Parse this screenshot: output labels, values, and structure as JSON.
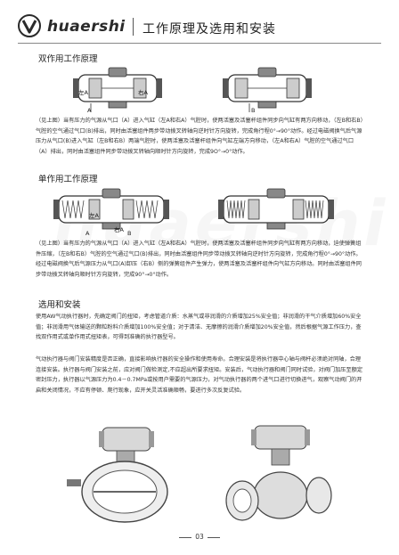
{
  "header": {
    "brand": "huaershi",
    "title": "工作原理及选用和安装"
  },
  "double_acting": {
    "heading": "双作用工作原理",
    "labels": {
      "A": "A",
      "B": "B",
      "left": "左A",
      "right": "右A"
    },
    "text": "（见上图）当有压力的气源从气口（A）进入气缸（左A和右A）气腔时，使两活塞及活塞杆组件同步向气缸有两方向移动，（左B和右B）气腔的空气通过气口(B)排出，同时由活塞组件两步带动拨叉转轴向逆时针方向旋转，完成角行程0°→90°动作。经过电磁阀换气后气源压力从气口(B)进入气缸（左B和右B）两端气腔时，使两活塞及活塞杆组件向气缸左端方向移动，（左A和右A）气腔的空气通过气口（A）排出，同时由活塞组件同步带动拨叉转轴向顺时针方向旋转，完成9O°→0°动作。"
  },
  "single_acting": {
    "heading": "单作用工作原理",
    "labels": {
      "A": "A",
      "B": "B",
      "left": "左A",
      "right": "右A"
    },
    "text": "（见上图）当有压力的气源从气口（A）进入气缸（左A和右A）气腔时，使两活塞及活塞杆组件同步向气缸有两方向移动，迫使弹簧组件压缩，（左B和右B）气腔的空气通过气口(B)排出，同时由活塞组件同步带动拨叉转轴向逆时针方向旋转，完成角行程0°→90°动作。经过电磁阀换气后气源压力从气口(A)卸压（右B）侧的弹簧组件产生弹力，使两活塞及活塞杆组件向气缸方向移动。同时由活塞组件同步带动拨叉转轴向顺时针方向旋转，完成90°→0°动作。"
  },
  "selection": {
    "heading": "选用和安装",
    "text1": "使用AW气动执行器时，先确定阀门的扭矩，考虑管道介质：水蒸气或非润滑的介质增加25%安全值；非润滑的干气介质增加60%安全值；非润滑用气体输送的颗粒粉料介质增加100%安全值；对于清洁、无摩擦的润滑介质增加20%安全值，然后根据气源工作压力，查找双作用式或单作用式扭矩表，可得到准确的执行器型号。",
    "text2": "气动执行器与阀门安装精度是否正确，直接影响执行器的安全操作和使用寿命。合理安装是将执行器中心轴与阀杆必须绝对同轴，合理连接安装。执行器与阀门安装之前，应对阀门做检测定,不应超出所要求扭矩。安装后，气动执行器和阀门同时试验，对阀门加压至额定密封压力，执行器以气源压力为0.4－0.7MPa或按用户需要的气源压力，对气动执行器的两个进气口进行切换进气，观察气动阀门的开启和关闭情况，不应有停顿、爬行现象，应开关灵活准确顺畅，要进行多次反复试验。"
  },
  "footer": {
    "page_number": "03"
  }
}
